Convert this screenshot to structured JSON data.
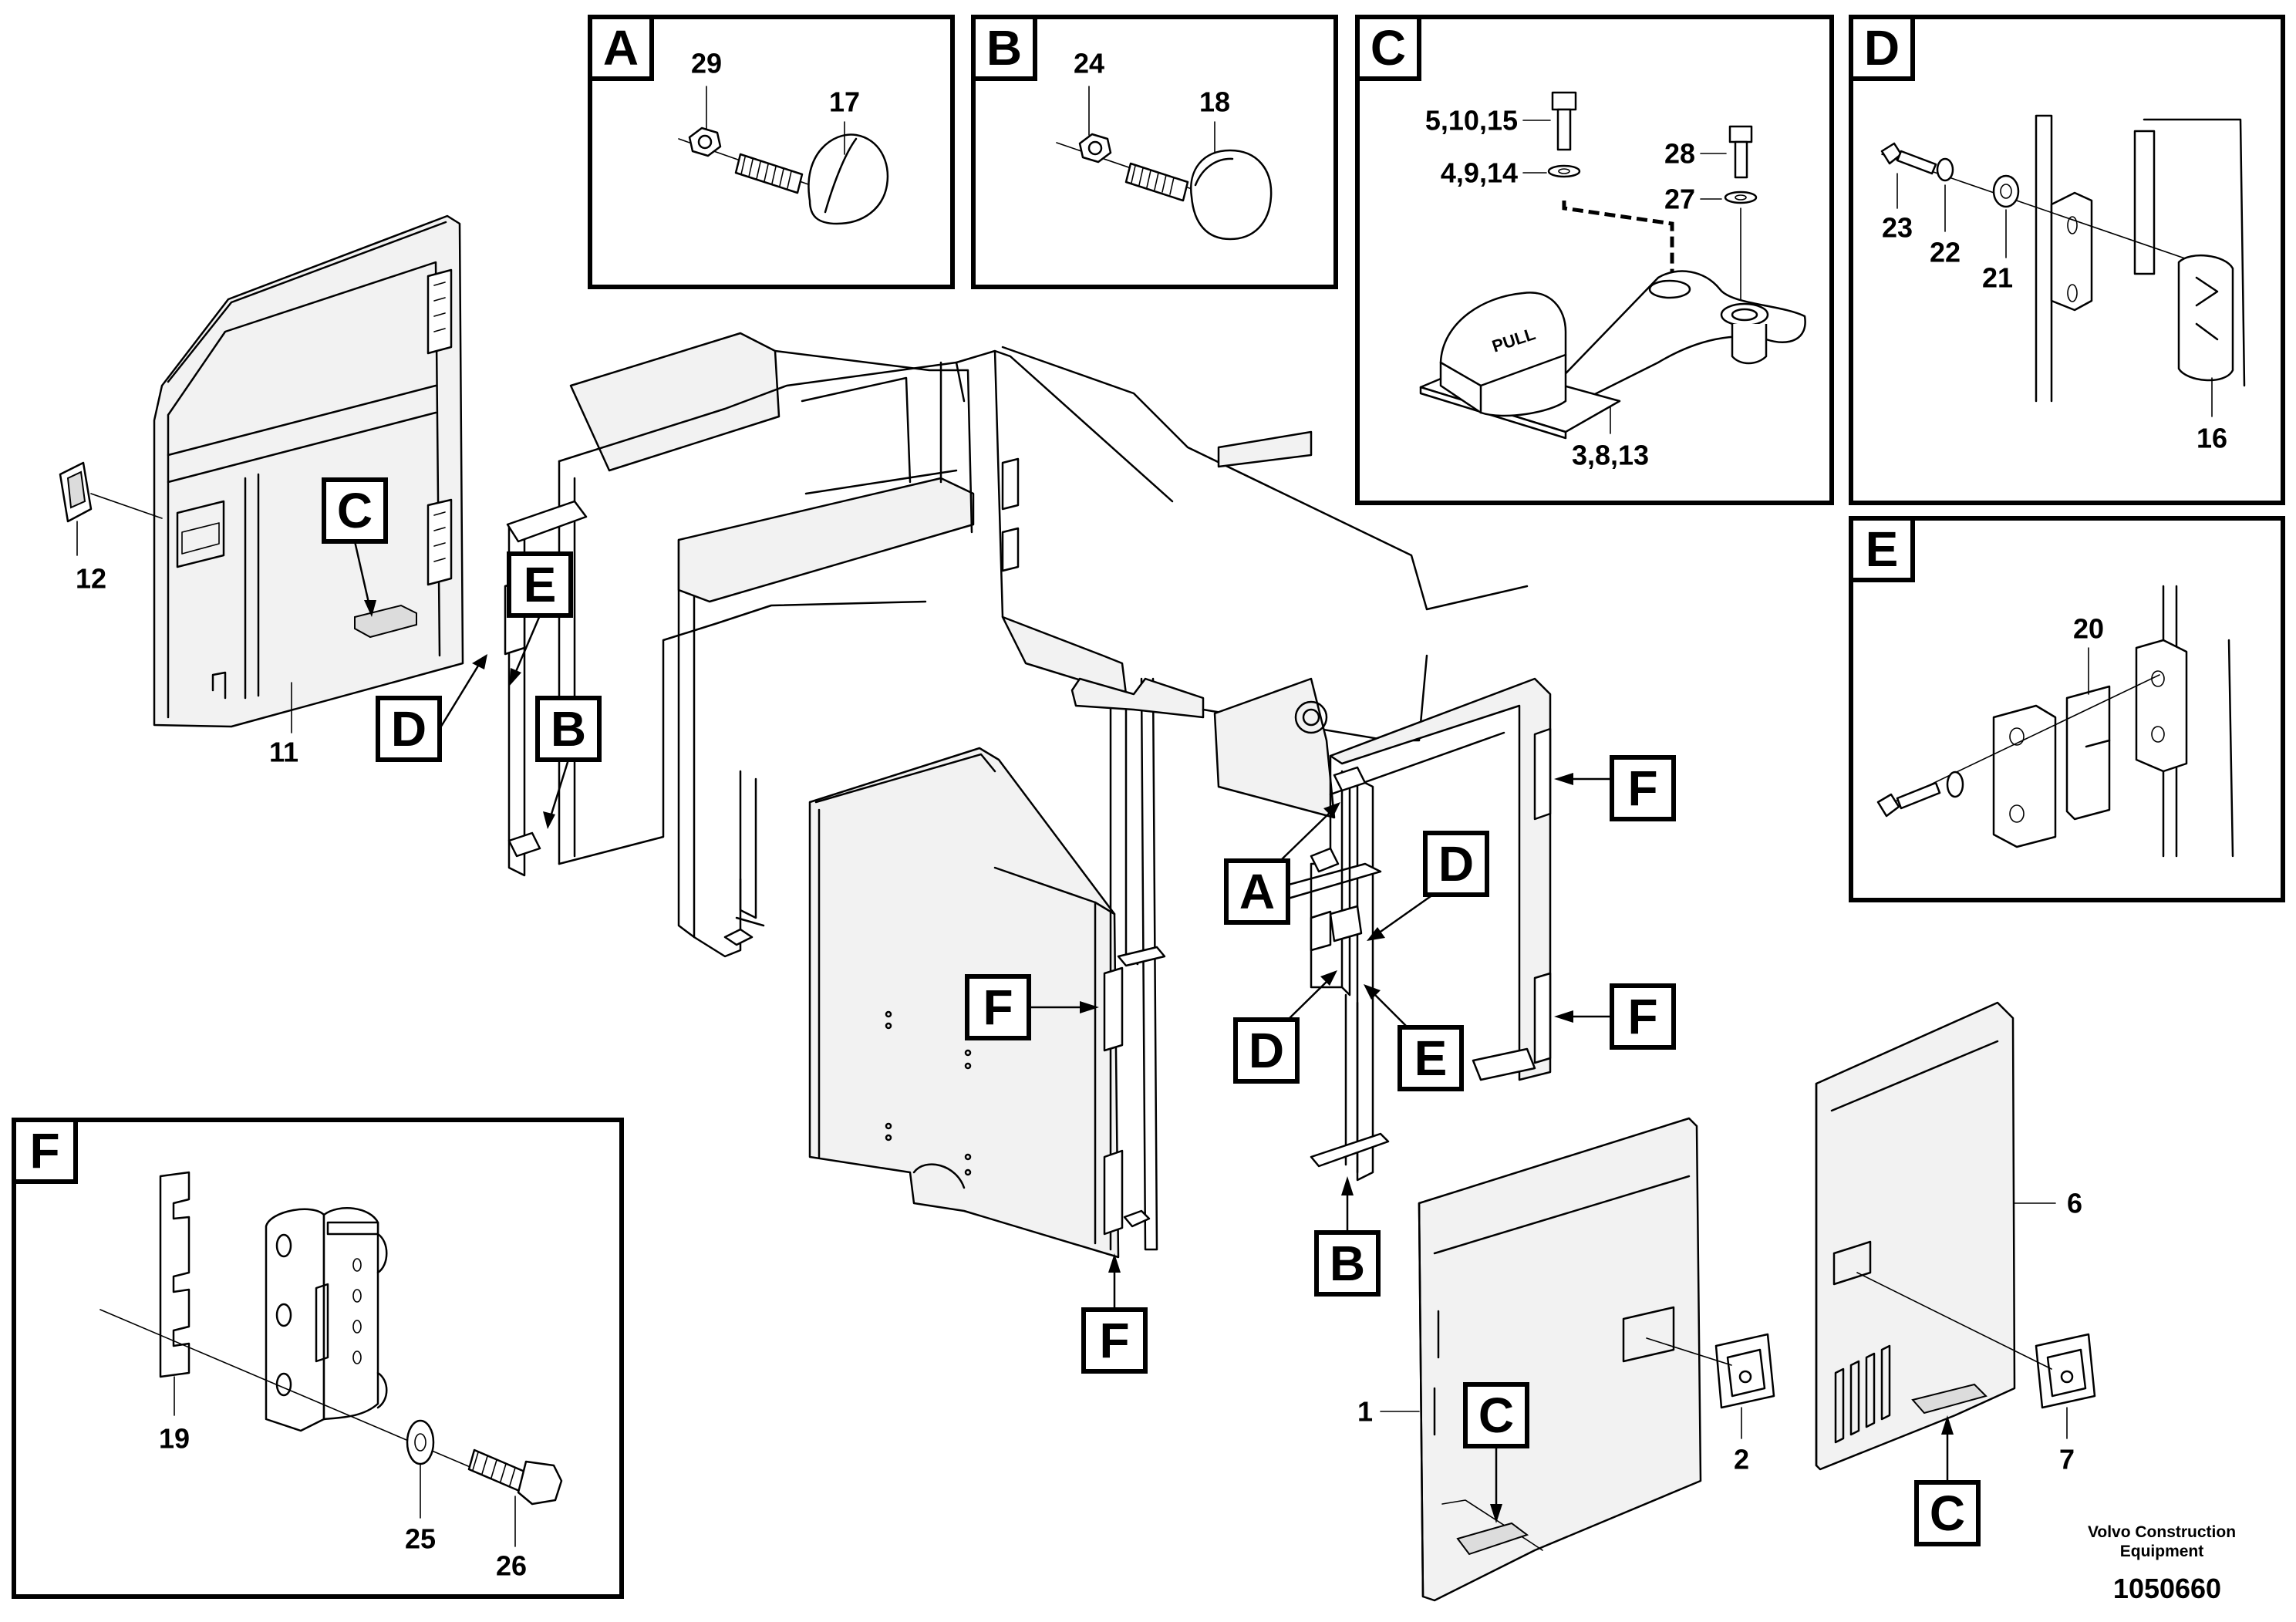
{
  "detail_panels": [
    {
      "letter": "A",
      "part_numbers": [
        "29",
        "17"
      ]
    },
    {
      "letter": "B",
      "part_numbers": [
        "24",
        "18"
      ]
    },
    {
      "letter": "C",
      "part_numbers": [
        "5,10,15",
        "4,9,14",
        "28",
        "27",
        "3,8,13"
      ],
      "embossed_text": "PULL"
    },
    {
      "letter": "D",
      "part_numbers": [
        "23",
        "22",
        "21",
        "16"
      ]
    },
    {
      "letter": "E",
      "part_numbers": [
        "20"
      ]
    },
    {
      "letter": "F",
      "part_numbers": [
        "19",
        "25",
        "26"
      ]
    }
  ],
  "main_view": {
    "part_numbers": [
      "12",
      "11",
      "1",
      "2",
      "6",
      "7"
    ],
    "detail_callouts": [
      "C",
      "E",
      "D",
      "B",
      "A",
      "D",
      "F",
      "F",
      "F",
      "D",
      "E",
      "F",
      "B",
      "C",
      "C"
    ]
  },
  "footer": {
    "credit_line_1": "Volvo Construction",
    "credit_line_2": "Equipment",
    "document_number": "1050660"
  }
}
